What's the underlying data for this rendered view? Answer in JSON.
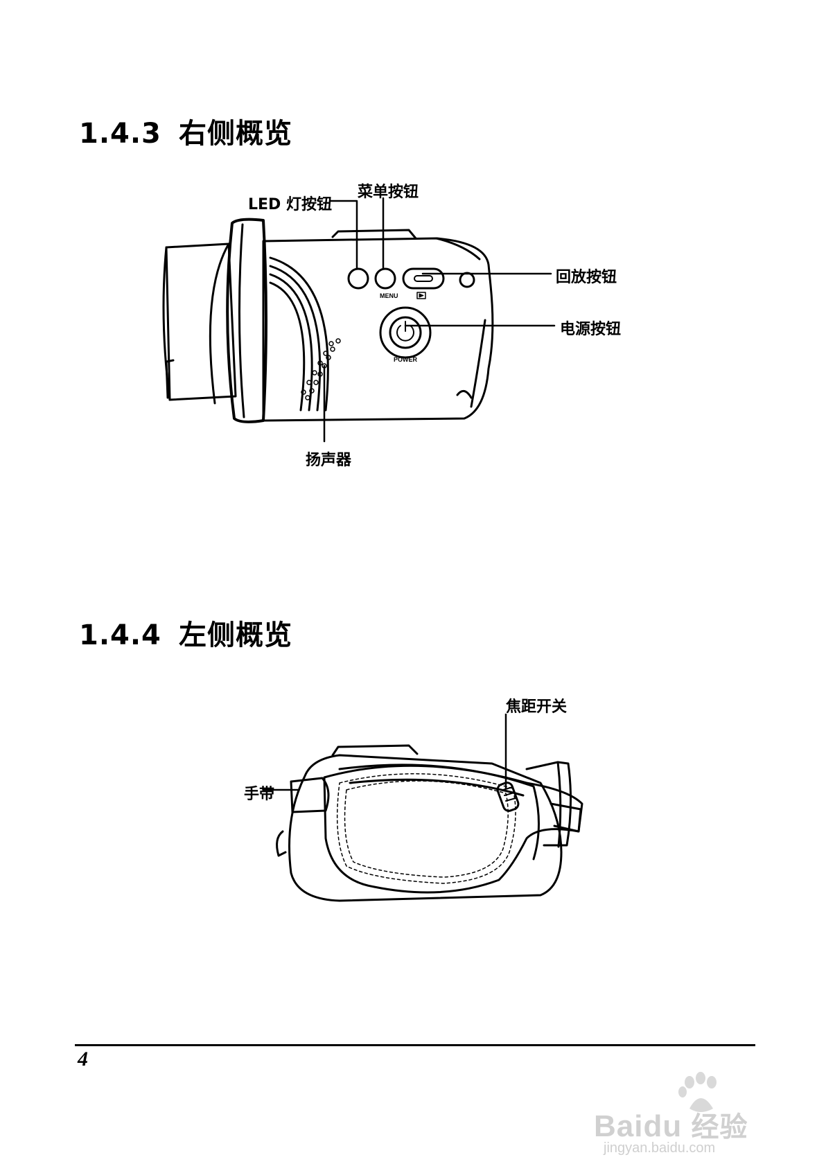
{
  "sections": [
    {
      "number": "1.4.3",
      "heading": "右侧概览",
      "callouts": {
        "led_button": "LED 灯按钮",
        "menu_button": "菜单按钮",
        "playback_button": "回放按钮",
        "power_button": "电源按钮",
        "speaker": "扬声器"
      },
      "device_labels": {
        "menu": "MENU",
        "power": "POWER"
      }
    },
    {
      "number": "1.4.4",
      "heading": "左侧概览",
      "callouts": {
        "zoom_switch": "焦距开关",
        "hand_strap": "手带"
      }
    }
  ],
  "footer": {
    "page_number": "4"
  },
  "watermark": {
    "brand": "Bai",
    "brand_suffix": "du",
    "product": "经验",
    "url": "jingyan.baidu.com"
  }
}
